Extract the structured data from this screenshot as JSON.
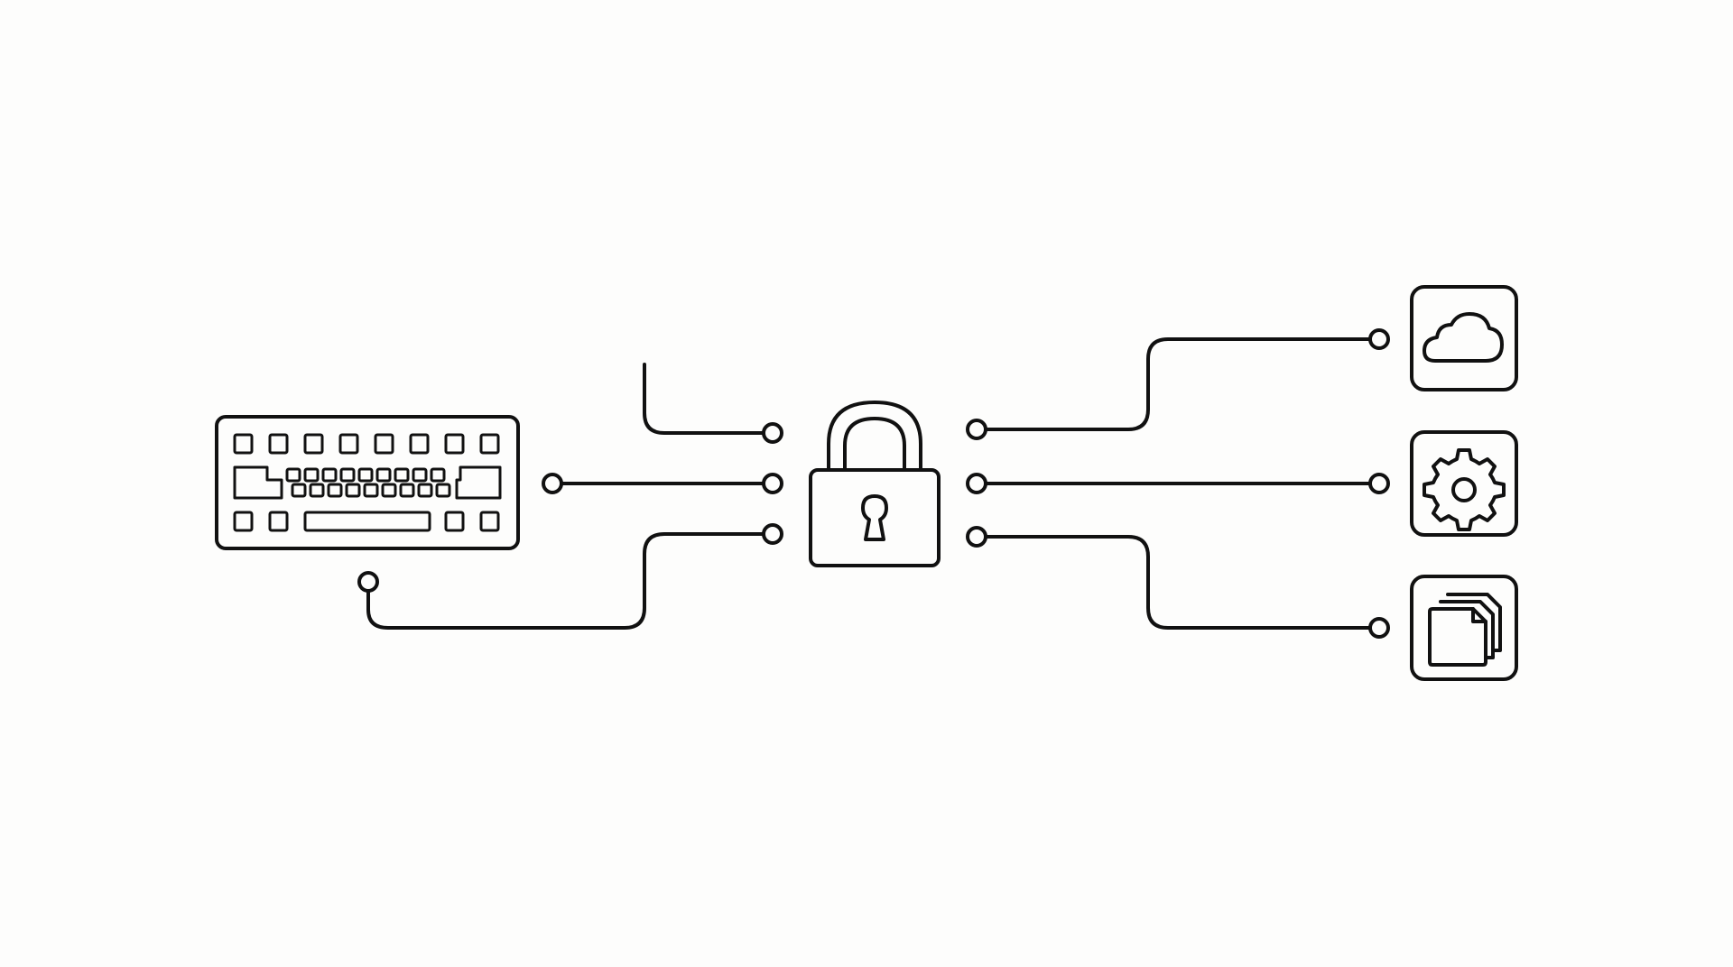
{
  "diagram": {
    "background": "#fdfdfc",
    "line_color": "#111111",
    "nodes": [
      {
        "id": "keyboard",
        "icon": "keyboard-icon"
      },
      {
        "id": "lock",
        "icon": "padlock-icon"
      },
      {
        "id": "cloud",
        "icon": "cloud-icon"
      },
      {
        "id": "settings",
        "icon": "gear-icon"
      },
      {
        "id": "files",
        "icon": "documents-icon"
      }
    ],
    "connections": [
      {
        "from": "keyboard",
        "to": "lock"
      },
      {
        "from": "keyboard",
        "to": "lock",
        "via": "lower-route"
      },
      {
        "from": "lock",
        "to": "cloud"
      },
      {
        "from": "lock",
        "to": "settings"
      },
      {
        "from": "lock",
        "to": "files"
      }
    ]
  }
}
